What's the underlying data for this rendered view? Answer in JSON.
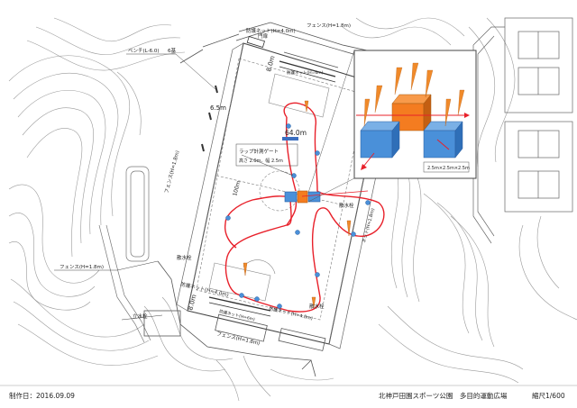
{
  "map": {
    "labels": {
      "bench": "ベンチ(L-6.0)",
      "bench_count": "6基",
      "gate": "門扉",
      "net_top": "防護ネット(H=4.0m)",
      "fence_top": "フェンス(H=1.8m)",
      "dim_6_5": "6.5m",
      "dim_8_0_top": "8.0m",
      "net_inner_top": "防護ネット(H=6m)",
      "fence_left_vertical": "フェンス(H=1.8m)",
      "dim_64": "64.0m",
      "gate_title": "ラップ計測ゲート",
      "gate_size": "高さ 2.0m、幅 2.5m",
      "dim_100": "100m",
      "drinking": "散水栓",
      "dim_right_vertical": "ネット(H=1.8m)",
      "fence_left": "フェンス(H=1.8m)",
      "drinking_left": "散水栓",
      "net_bottom_left": "防護ネット(H=4.0m)",
      "dim_8_0_bottom": "8.0m",
      "net_inner_bottom": "防護ネット(H=6m)",
      "net_bottom_right": "防護ネット(H=4.0m)",
      "drinking_bottom": "散水栓",
      "fence_bottom": "フェンス(H=1.8m)",
      "toilet": "立水栓",
      "inset_size": "2.5m×2.5m×2.5m"
    },
    "colors": {
      "route": "#e8202a",
      "cone": "#f08a2a",
      "block_orange": "#f47c20",
      "block_blue": "#4a90d9",
      "gate_blue": "#3b6fc0",
      "lines": "#555555"
    }
  },
  "footer": {
    "made": "制作日：2016.09.09",
    "title": "北神戸田園スポーツ公園　多目的運動広場",
    "scale": "縮尺1/600"
  }
}
